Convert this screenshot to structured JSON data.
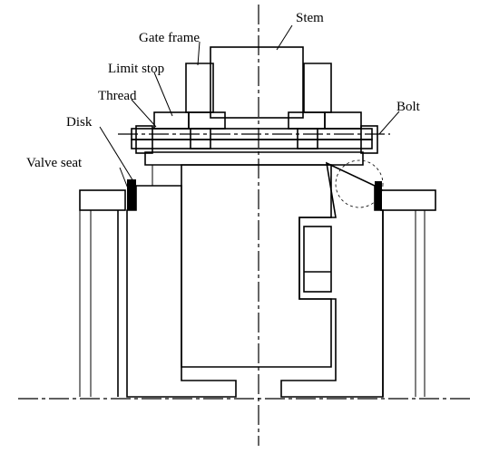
{
  "labels": {
    "stem": "Stem",
    "gate_frame": "Gate frame",
    "limit_stop": "Limit stop",
    "thread": "Thread",
    "disk": "Disk",
    "valve_seat": "Valve seat",
    "bolt": "Bolt"
  },
  "colors": {
    "line": "#000000",
    "background": "#ffffff"
  }
}
